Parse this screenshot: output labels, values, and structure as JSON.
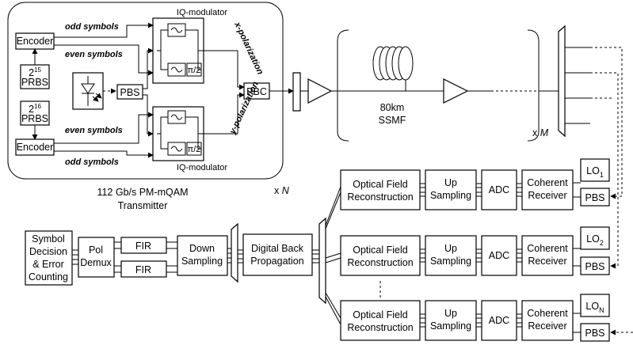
{
  "transmitter": {
    "odd_symbols_top": "odd symbols",
    "even_symbols_top": "even symbols",
    "even_symbols_bottom": "even symbols",
    "odd_symbols_bottom": "odd symbols",
    "iq_mod_top": "IQ-modulator",
    "iq_mod_bottom": "IQ-modulator",
    "x_pol": "x-polarization",
    "y_pol": "y-polarization",
    "encoder_top": "Encoder",
    "encoder_bottom": "Encoder",
    "prbs15_base": "2",
    "prbs15_exp": "15",
    "prbs16_base": "2",
    "prbs16_exp": "16",
    "prbs_label_top": "PRBS",
    "prbs_label_bottom": "PRBS",
    "pbs": "PBS",
    "pbc": "PBC",
    "pi2_top": "π/2",
    "pi2_bottom": "π/2",
    "caption_line1": "112 Gb/s PM-mQAM",
    "caption_line2": "Transmitter",
    "xn_prefix": "x ",
    "xn_var": "N"
  },
  "link": {
    "fiber_line1": "80km",
    "fiber_line2": "SSMF",
    "xm_prefix": "x ",
    "xm_var": "M"
  },
  "receivers": [
    {
      "ofr_line1": "Optical Field",
      "ofr_line2": "Reconstruction",
      "up_line1": "Up",
      "up_line2": "Sampling",
      "adc": "ADC",
      "coh_line1": "Coherent",
      "coh_line2": "Receiver",
      "lo_base": "LO",
      "lo_sub": "1",
      "pbs": "PBS"
    },
    {
      "ofr_line1": "Optical Field",
      "ofr_line2": "Reconstruction",
      "up_line1": "Up",
      "up_line2": "Sampling",
      "adc": "ADC",
      "coh_line1": "Coherent",
      "coh_line2": "Receiver",
      "lo_base": "LO",
      "lo_sub": "2",
      "pbs": "PBS"
    },
    {
      "ofr_line1": "Optical Field",
      "ofr_line2": "Reconstruction",
      "up_line1": "Up",
      "up_line2": "Sampling",
      "adc": "ADC",
      "coh_line1": "Coherent",
      "coh_line2": "Receiver",
      "lo_base": "LO",
      "lo_sub": "N",
      "pbs": "PBS"
    }
  ],
  "dsp": {
    "dbp_line1": "Digital Back",
    "dbp_line2": "Propagation",
    "down_line1": "Down",
    "down_line2": "Sampling",
    "fir_top": "FIR",
    "fir_bottom": "FIR",
    "pol_line1": "Pol",
    "pol_line2": "Demux",
    "sym_line1": "Symbol",
    "sym_line2": "Decision",
    "sym_line3": "& Error",
    "sym_line4": "Counting"
  }
}
